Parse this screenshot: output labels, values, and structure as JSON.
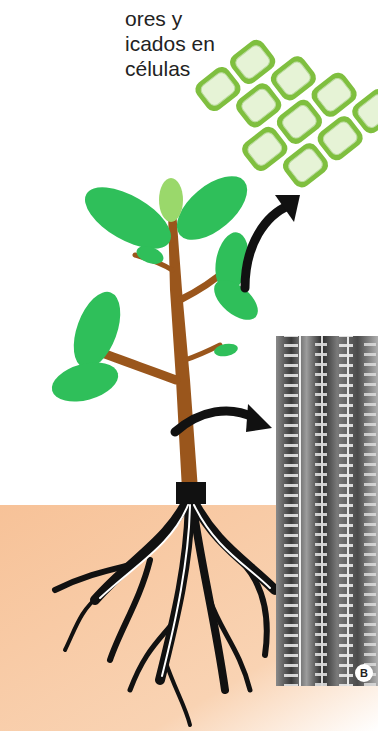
{
  "diagram": {
    "labels": [
      "ores y",
      "icados en",
      "células",
      "B"
    ]
  }
}
